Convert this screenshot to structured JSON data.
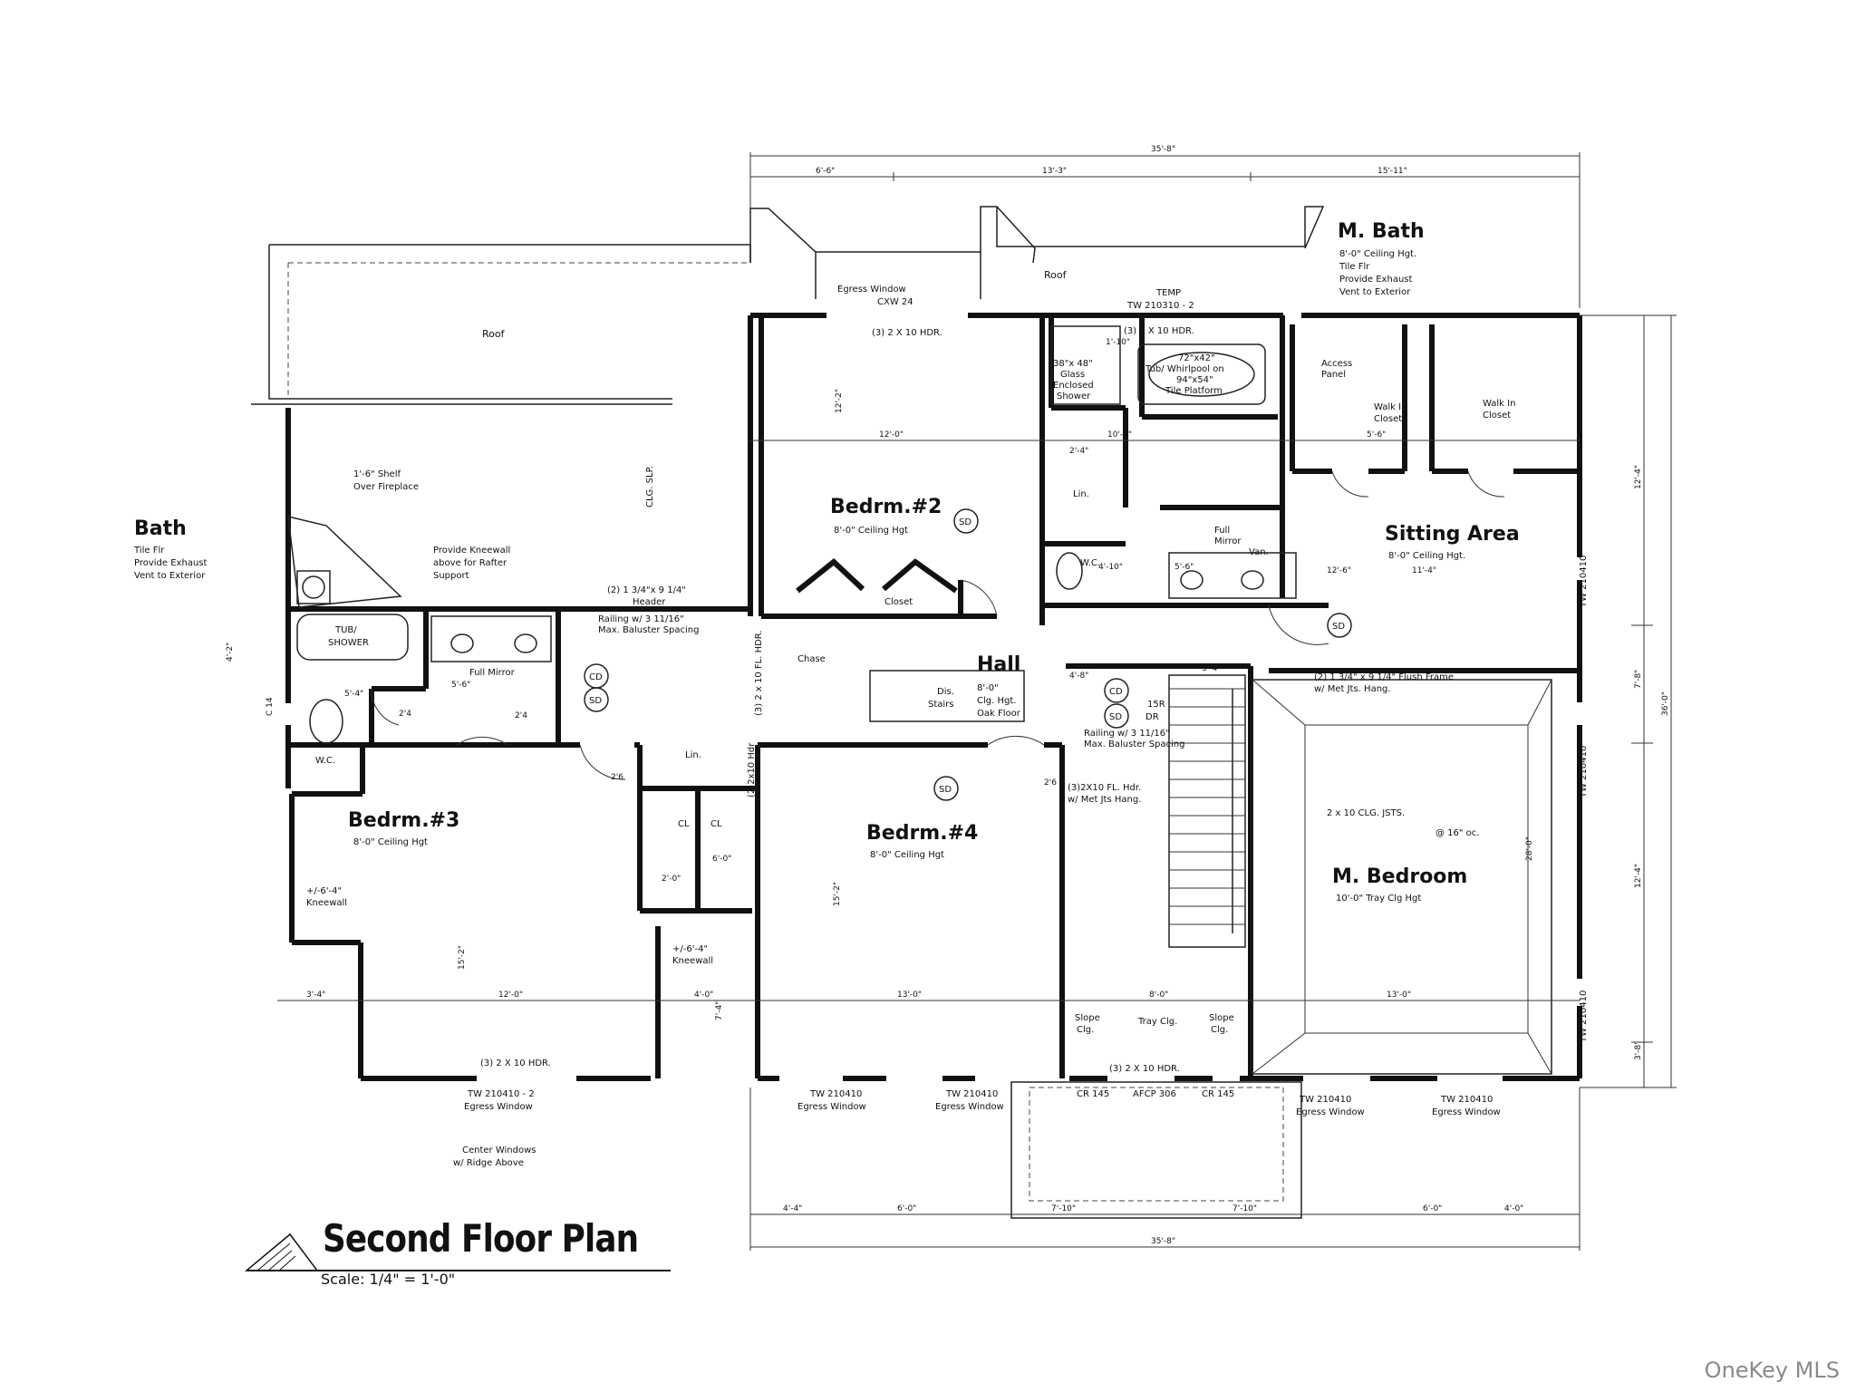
{
  "title": "Second Floor Plan",
  "scale": "Scale: 1/4\" = 1'-0\"",
  "watermark": "OneKey MLS",
  "rooms": {
    "bath": {
      "name": "Bath",
      "note1": "Tile Flr",
      "note2": "Provide Exhaust",
      "note3": "Vent to Exterior"
    },
    "mbath": {
      "name": "M. Bath",
      "note1": "8'-0\" Ceiling Hgt.",
      "note2": "Tile Flr",
      "note3": "Provide Exhaust",
      "note4": "Vent to Exterior"
    },
    "bed2": {
      "name": "Bedrm.#2",
      "ceiling": "8'-0\" Ceiling Hgt"
    },
    "bed3": {
      "name": "Bedrm.#3",
      "ceiling": "8'-0\" Ceiling Hgt"
    },
    "bed4": {
      "name": "Bedrm.#4",
      "ceiling": "8'-0\" Ceiling Hgt"
    },
    "mbed": {
      "name": "M. Bedroom",
      "ceiling": "10'-0\" Tray Clg Hgt"
    },
    "sitting": {
      "name": "Sitting Area",
      "ceiling": "8'-0\" Ceiling Hgt."
    },
    "hall": {
      "name": "Hall",
      "l1": "8'-0\"",
      "l2": "Clg. Hgt.",
      "l3": "Oak Floor"
    }
  },
  "labels": {
    "roof_left": "Roof",
    "roof_top": "Roof",
    "egress_top": "Egress Window",
    "egress_top_code": "CXW 24",
    "hdr_top": "(3) 2 X 10 HDR.",
    "hdr_mbath": "(3) 2 X 10 HDR.",
    "temp": "TEMP",
    "temp_code": "TW 210310 - 2",
    "shower1": "38\"x 48\"",
    "shower2": "Glass",
    "shower3": "Enclosed",
    "shower4": "Shower",
    "tub1": "72\"x42\"",
    "tub2": "Tub/ Whirlpool on",
    "tub3": "94\"x54\"",
    "tub4": "Tile Platform",
    "access1": "Access",
    "access2": "Panel",
    "walkin1a": "Walk In",
    "walkin1b": "Closet",
    "walkin2a": "Walk In",
    "walkin2b": "Closet",
    "shelf1": "1'-6\" Shelf",
    "shelf2": "Over Fireplace",
    "kneewall1": "Provide Kneewall",
    "kneewall2": "above for Rafter",
    "kneewall3": "Support",
    "header1": "(2) 1 3/4\"x 9 1/4\"",
    "header2": "Header",
    "railing1": "Railing w/ 3 11/16\"",
    "railing2": "Max. Baluster Spacing",
    "tubshower1": "TUB/",
    "tubshower2": "SHOWER",
    "fullmirror": "Full Mirror",
    "fullmirror2a": "Full",
    "fullmirror2b": "Mirror",
    "van": "Van.",
    "wc": "W.C.",
    "closet": "Closet",
    "chase": "Chase",
    "lin": "Lin.",
    "cl": "CL",
    "dis1": "Dis.",
    "dis2": "Stairs",
    "flush1": "(2) 1 3/4\" x 9 1/4\" Flush Frame",
    "flush2": "w/ Met Jts. Hang.",
    "railing3": "Railing w/ 3 11/16\"",
    "railing4": "Max. Baluster Spacing",
    "flhdr1": "(3)2X10 FL. Hdr.",
    "flhdr2": "w/ Met Jts Hang.",
    "joists_mbed": "2 x 10 CLG. JSTS.",
    "joists_oc": "@ 16\" oc.",
    "bed3_kneewall1": "+/-6'-4\"",
    "bed3_kneewall2": "Kneewall",
    "cl_kneewall1": "+/-6'-4\"",
    "cl_kneewall2": "Kneewall",
    "hdr_bottom": "(3) 2 X 10 HDR.",
    "tw_bottom": "TW 210410 - 2",
    "egress_bottom": "Egress Window",
    "center1": "Center Windows",
    "center2": "w/ Ridge Above",
    "tw_b4a": "TW 210410",
    "egress_b4a": "Egress Window",
    "tw_b4b": "TW 210410",
    "egress_b4b": "Egress Window",
    "hdr_hall": "(3) 2 X 10 HDR.",
    "cr145a": "CR 145",
    "afcp": "AFCP 306",
    "cr145b": "CR 145",
    "tw_mb1": "TW 210410",
    "egress_mb1": "Egress Window",
    "tw_mb2": "TW 210410",
    "egress_mb2": "Egress Window",
    "tw_side1": "TW 210410",
    "tw_side2": "TW 210410",
    "tw_side3": "TW 210410",
    "slope1a": "Slope",
    "slope1b": "Clg.",
    "tray": "Tray Clg.",
    "slope2a": "Slope",
    "slope2b": "Clg.",
    "clg_slp": "CLG. SLP.",
    "dr": "DR",
    "steps": "15R",
    "hdr_2x10": "(2)2x10 Hdr",
    "fl_hdr": "(3) 2 x 10 FL. HDR."
  },
  "dims": {
    "overall_top": "35'-8\"",
    "top_a": "6'-6\"",
    "top_b": "13'-3\"",
    "top_c": "15'-11\"",
    "overall_bottom": "35'-8\"",
    "bot_a": "4'-4\"",
    "bot_b": "6'-0\"",
    "bot_c": "7'-10\"",
    "bot_d": "7'-10\"",
    "bot_e": "6'-0\"",
    "bot_f": "4'-0\"",
    "right_overall": "36'-0\"",
    "right_a": "12'-4\"",
    "right_b": "7'-8\"",
    "right_c": "12'-4\"",
    "right_d": "3'-8\"",
    "mbed_depth": "28'-0\"",
    "b2_w": "12'-0\"",
    "b2_h": "12'-2\"",
    "b3_w": "12'-0\"",
    "b3_h": "15'-2\"",
    "b4_w": "13'-0\"",
    "b4_h": "15'-2\"",
    "mbed_w": "13'-0\"",
    "sit_w": "11'-4\"",
    "tray_w": "8'-0\"",
    "left_a": "3'-4\"",
    "left_b": "4'-2\"",
    "left_c": "C 14",
    "hall_a": "4'-8\"",
    "hall_b": "3'-4\"",
    "wc_a": "5'-4\"",
    "bath_b": "5'-6\"",
    "bath_c": "2'4",
    "door26": "2'6",
    "door24": "2'4",
    "mb_a": "10'-8\"",
    "mb_b": "12'-6\"",
    "mb_c": "5'-6\"",
    "mb_d": "5'-6\"",
    "mb_e": "4'-10\"",
    "mb_f": "2'-4\"",
    "cl_a": "6'-0\"",
    "cl_b": "2'-0\"",
    "b3_bottom": "4'-0\"",
    "b4_side": "7'-4\"",
    "b2_top_dim": "1'-10\""
  },
  "symbols": {
    "sd": "SD",
    "cd": "CD"
  }
}
